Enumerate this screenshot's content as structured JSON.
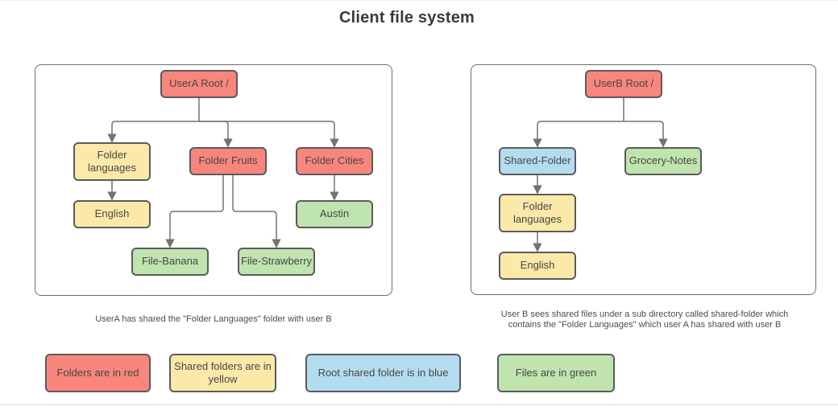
{
  "title": "Client file system",
  "colors": {
    "folder_red": "#f8867d",
    "shared_yellow": "#fce9a9",
    "file_green": "#c0e4ad",
    "root_shared_blue": "#b4dcef",
    "box_border": "#5b5b5b",
    "connector_gray": "#737373"
  },
  "user_a_tree": {
    "root": "UserA Root /",
    "folder_languages": "Folder languages",
    "folder_fruits": "Folder Fruits",
    "folder_cities": "Folder Cities",
    "english": "English",
    "austin": "Austin",
    "file_banana": "File-Banana",
    "file_strawberry": "File-Strawberry",
    "caption": "UserA has shared the \"Folder Languages\" folder with user B"
  },
  "user_b_tree": {
    "root": "UserB Root /",
    "shared_folder": "Shared-Folder",
    "grocery_notes": "Grocery-Notes",
    "folder_languages": "Folder languages",
    "english": "English",
    "caption": "User B sees shared files under a sub directory called shared-folder which contains the \"Folder  Languages\" which user A has shared with user B"
  },
  "legend": [
    {
      "label": "Folders are in red",
      "color_key": "folder_red"
    },
    {
      "label": "Shared folders are in yellow",
      "color_key": "shared_yellow"
    },
    {
      "label": "Root shared folder is in blue",
      "color_key": "root_shared_blue"
    },
    {
      "label": "Files are in green",
      "color_key": "file_green"
    }
  ]
}
